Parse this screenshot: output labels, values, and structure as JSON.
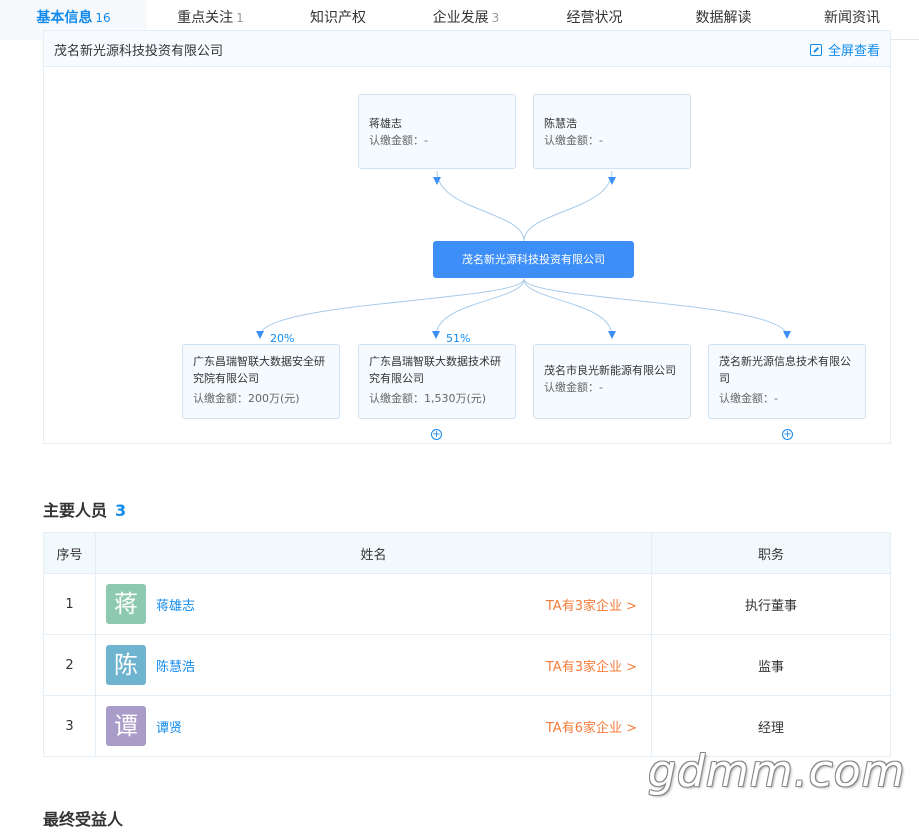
{
  "tabs": [
    {
      "label": "基本信息",
      "count": "16"
    },
    {
      "label": "重点关注",
      "count": "1"
    },
    {
      "label": "知识产权",
      "count": ""
    },
    {
      "label": "企业发展",
      "count": "3"
    },
    {
      "label": "经营状况",
      "count": ""
    },
    {
      "label": "数据解读",
      "count": ""
    },
    {
      "label": "新闻资讯",
      "count": ""
    }
  ],
  "equity": {
    "title": "茂名新光源科技投资有限公司",
    "fullscreen_label": "全屏查看",
    "shareholders": [
      {
        "name": "蒋雄志",
        "amount": "认缴金额：-"
      },
      {
        "name": "陈慧浩",
        "amount": "认缴金额：-"
      }
    ],
    "center": "茂名新光源科技投资有限公司",
    "investments": [
      {
        "name": "广东昌瑞智联大数据安全研究院有限公司",
        "amount": "认缴金额：200万(元)",
        "percent": "20%",
        "expandable": true
      },
      {
        "name": "广东昌瑞智联大数据技术研究有限公司",
        "amount": "认缴金额：1,530万(元)",
        "percent": "51%",
        "expandable": true
      },
      {
        "name": "茂名市良光新能源有限公司",
        "amount": "认缴金额：-",
        "percent": "",
        "expandable": false
      },
      {
        "name": "茂名新光源信息技术有限公司",
        "amount": "认缴金额：-",
        "percent": "",
        "expandable": true
      }
    ],
    "plus_symbol": "+"
  },
  "personnel": {
    "title": "主要人员",
    "count": "3",
    "columns": [
      "序号",
      "姓名",
      "职务"
    ],
    "rows": [
      {
        "idx": "1",
        "avatar": "蒋",
        "avatar_color": "#8dc9b0",
        "name": "蒋雄志",
        "link": "TA有3家企业 >",
        "position": "执行董事"
      },
      {
        "idx": "2",
        "avatar": "陈",
        "avatar_color": "#6fb4cf",
        "name": "陈慧浩",
        "link": "TA有3家企业 >",
        "position": "监事"
      },
      {
        "idx": "3",
        "avatar": "谭",
        "avatar_color": "#a99cc8",
        "name": "谭贤",
        "link": "TA有6家企业 >",
        "position": "经理"
      }
    ]
  },
  "beneficiary_title": "最终受益人",
  "watermark": "gdmm.com",
  "colors": {
    "accent": "#128bed",
    "center_node": "#3e8ef7",
    "link_orange": "#f57c3a",
    "border": "#e4eef6"
  }
}
